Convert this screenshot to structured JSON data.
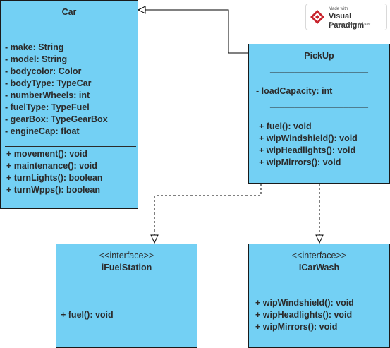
{
  "diagram": {
    "car": {
      "name": "Car",
      "separator": "___________________",
      "attributes": [
        "- make: String",
        "- model: String",
        "- bodycolor: Color",
        "- bodyType: TypeCar",
        "- numberWheels: int",
        "- fuelType: TypeFuel",
        "- gearBox: TypeGearBox",
        "- engineCap: float"
      ],
      "methods": [
        "+ movement(): void",
        "+ maintenance(): void",
        "+ turnLights(): boolean",
        "+ turnWpps(): boolean"
      ]
    },
    "pickup": {
      "name": "PickUp",
      "separator1": "____________________",
      "attributes": [
        "- loadCapacity: int"
      ],
      "separator2": "____________________",
      "methods": [
        "+ fuel(): void",
        "+ wipWindshield(): void",
        "+ wipHeadlights(): void",
        "+ wipMirrors(): void"
      ]
    },
    "ifuelstation": {
      "stereotype": "<<interface>>",
      "name": "iFuelStation",
      "separator": "____________________",
      "methods": [
        "+ fuel(): void"
      ]
    },
    "icarwash": {
      "stereotype": "<<interface>>",
      "name": "ICarWash",
      "separator": "____________________",
      "methods": [
        "+ wipWindshield(): void",
        "+ wipHeadlights(): void",
        "+ wipMirrors(): void"
      ]
    }
  },
  "watermark": {
    "made_with": "Made with",
    "brand": "Visual Paradigm",
    "note": "For non-commercial use"
  },
  "colors": {
    "class_fill": "#73d0f4",
    "border": "#1a1a1a",
    "text": "#2b2b2b"
  }
}
